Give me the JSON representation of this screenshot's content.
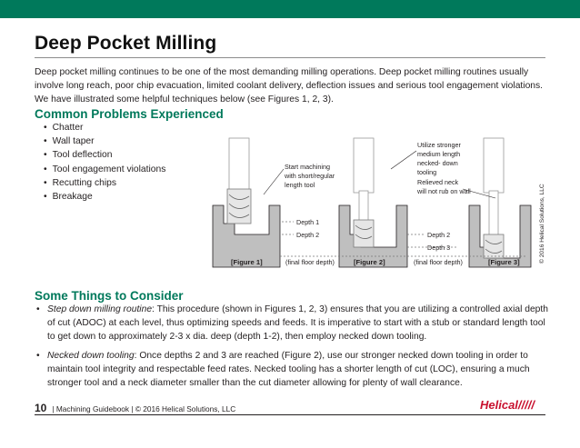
{
  "header": {
    "accent_color": "#00795b"
  },
  "title": "Deep Pocket Milling",
  "intro": "Deep pocket milling continues to be one of the most demanding milling operations. Deep pocket milling routines usually involve long reach, poor chip evacuation, limited coolant delivery, deflection issues and serious tool engagement violations.  We have illustrated some helpful techniques below (see Figures 1, 2, 3).",
  "problems": {
    "heading": "Common Problems Experienced",
    "items": [
      "Chatter",
      "Wall taper",
      "Tool deflection",
      "Tool engagement violations",
      "Recutting chips",
      "Breakage"
    ]
  },
  "figures": {
    "fig1_label": "[Figure 1]",
    "fig2_label": "[Figure 2]",
    "fig3_label": "[Figure 3]",
    "start_machining": [
      "Start machining",
      "with short/regular",
      "length tool"
    ],
    "utilize": [
      "Utilize stronger",
      "medium length",
      "necked- down",
      "tooling"
    ],
    "relieved": [
      "Relieved neck",
      "will not rub on wall"
    ],
    "depth1": "Depth 1",
    "depth2": "Depth 2",
    "depth3": "Depth 3",
    "final_floor": "(final floor depth)",
    "copyright_vertical": "© 2016 Helical Solutions, LLC"
  },
  "consider": {
    "heading": "Some Things to Consider",
    "item1_lead": "Step down milling routine",
    "item1_text": ": This procedure (shown in Figures 1, 2, 3) ensures that you are utilizing a controlled axial depth of cut (ADOC) at each level, thus optimizing speeds and feeds. It is imperative to start with a stub or standard length tool to get down to approximately 2-3 x dia. deep (depth 1-2), then employ necked down tooling.",
    "item2_lead": "Necked down tooling",
    "item2_text": ": Once depths 2 and 3 are reached (Figure 2), use our stronger  necked down tooling in order to maintain tool integrity and respectable feed rates. Necked tooling has a shorter length of cut (LOC), ensuring a much stronger tool and a neck diameter smaller than the cut diameter allowing for plenty of wall clearance."
  },
  "footer": {
    "page_number": "10",
    "text": "|  Machining Guidebook  |  © 2016 Helical Solutions, LLC",
    "logo": "Helical/////",
    "logo_color": "#c8102e"
  }
}
